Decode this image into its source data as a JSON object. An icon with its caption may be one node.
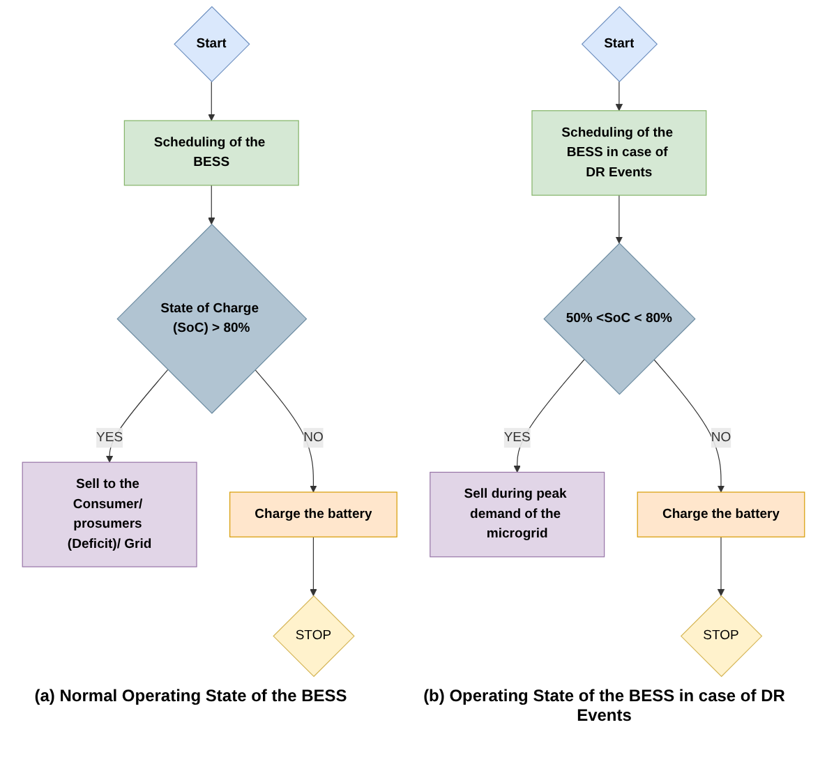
{
  "diagram": {
    "nodes": [
      {
        "text": [
          "Start"
        ]
      },
      {
        "text": [
          "Scheduling of the BESS"
        ]
      },
      {
        "text": [
          "State of Charge (SoC) > 80%"
        ]
      },
      {
        "text": [
          "Sell to the Consumer/ prosumers (Deficit)/ Grid"
        ]
      },
      {
        "text": [
          "Charge the battery"
        ]
      },
      {
        "text": [
          "STOP"
        ]
      },
      {
        "text": [
          "Start"
        ]
      },
      {
        "text": [
          "Scheduling of the BESS in case of DR Events"
        ]
      },
      {
        "text": [
          "50% <SoC < 80%"
        ]
      },
      {
        "text": [
          "Sell during peak demand of the microgrid"
        ]
      },
      {
        "text": [
          "Charge the battery"
        ]
      },
      {
        "text": [
          "STOP"
        ]
      }
    ],
    "edges": [
      {
        "from": 0,
        "to": 1,
        "arrow": "to"
      },
      {
        "from": 1,
        "to": 2,
        "arrow": "to"
      },
      {
        "from": 2,
        "to": 3,
        "label": "YES",
        "arrow": "to"
      },
      {
        "from": 2,
        "to": 4,
        "label": "NO",
        "arrow": "to"
      },
      {
        "from": 4,
        "to": 5,
        "arrow": "to"
      },
      {
        "from": 6,
        "to": 7,
        "arrow": "to"
      },
      {
        "from": 7,
        "to": 8,
        "arrow": "to"
      },
      {
        "from": 8,
        "to": 9,
        "label": "YES",
        "arrow": "to"
      },
      {
        "from": 8,
        "to": 10,
        "label": "NO",
        "arrow": "to"
      },
      {
        "from": 10,
        "to": 11,
        "arrow": "to"
      }
    ],
    "labels": [
      "(a) Normal Operating State of the BESS",
      "(b) Operating State of the BESS in case of DR Events"
    ]
  }
}
